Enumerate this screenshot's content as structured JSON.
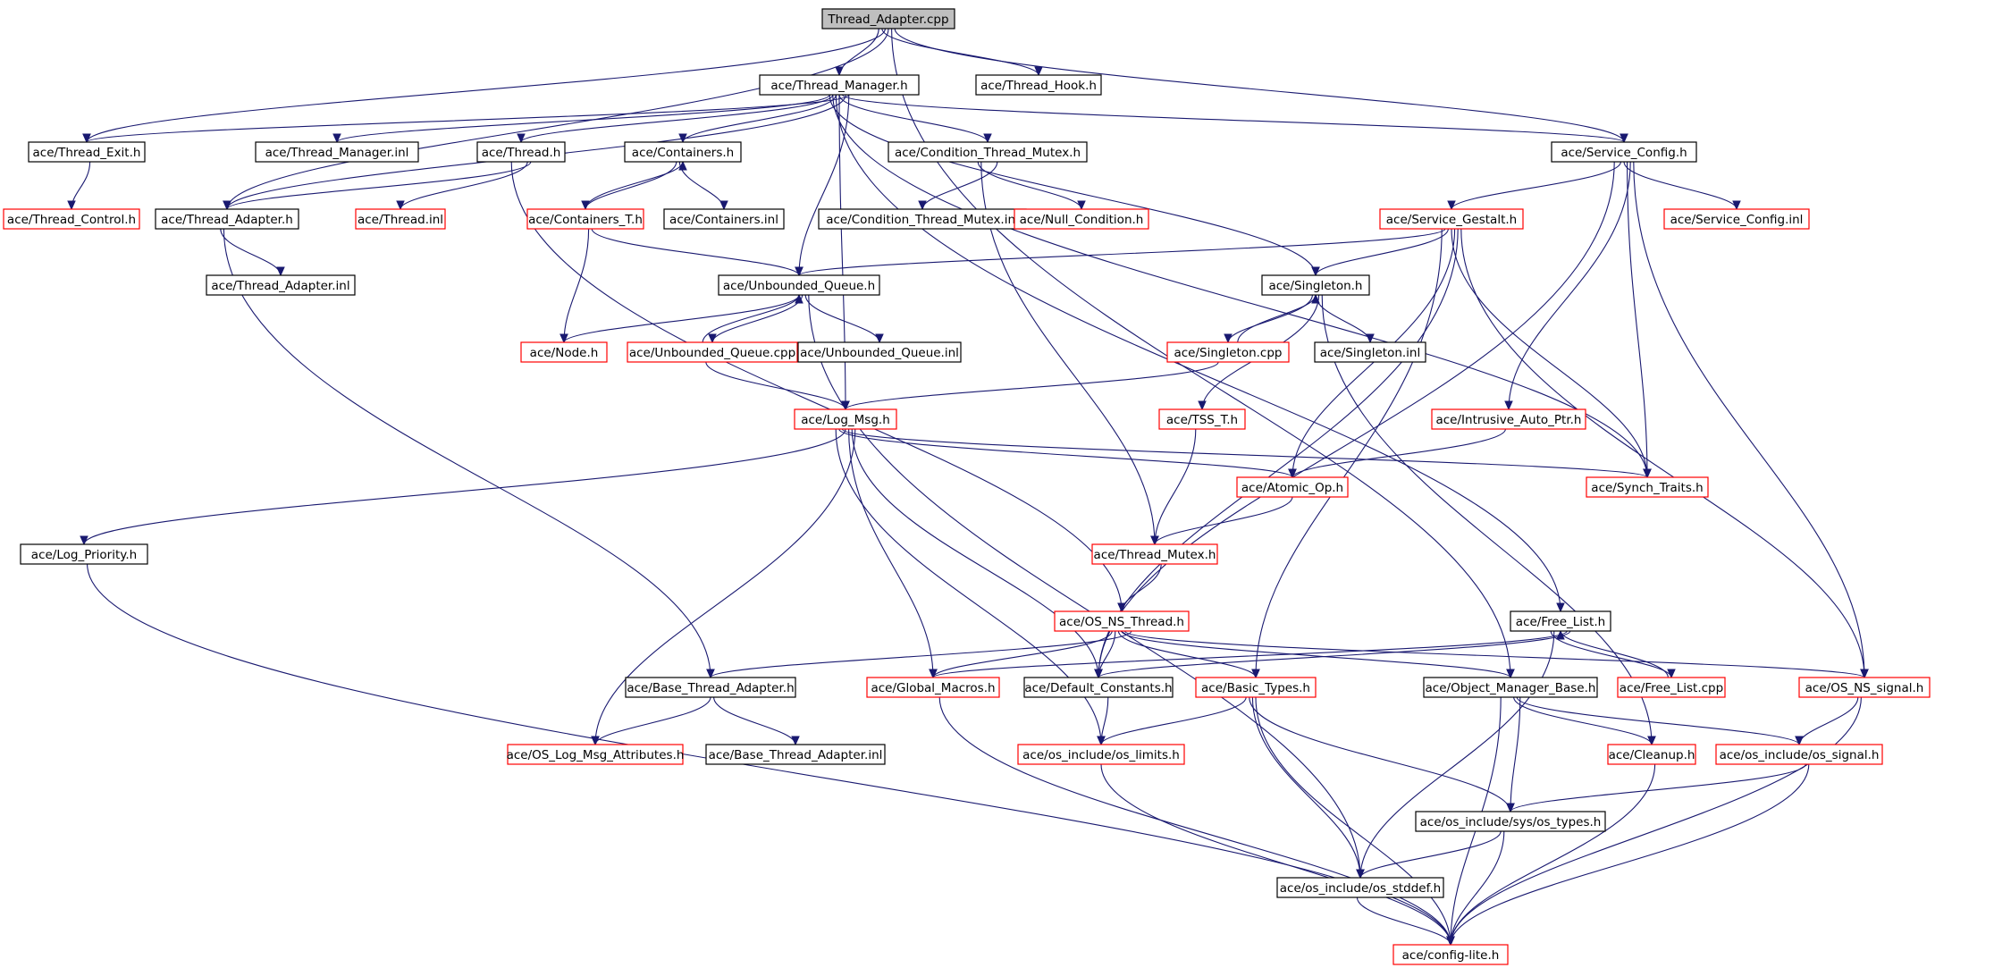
{
  "colors": {
    "edge": "#191970",
    "root_fill": "#bfbfbf",
    "node_border": "#000000",
    "missing_border": "#ff0000",
    "text": "#000000"
  },
  "nodes": [
    {
      "id": "thread_adapter_cpp",
      "label": "Thread_Adapter.cpp",
      "root": true,
      "red": false
    },
    {
      "id": "thread_manager_h",
      "label": "ace/Thread_Manager.h",
      "red": false
    },
    {
      "id": "thread_hook_h",
      "label": "ace/Thread_Hook.h",
      "red": false
    },
    {
      "id": "thread_exit_h",
      "label": "ace/Thread_Exit.h",
      "red": false
    },
    {
      "id": "thread_manager_inl",
      "label": "ace/Thread_Manager.inl",
      "red": false
    },
    {
      "id": "thread_h",
      "label": "ace/Thread.h",
      "red": false
    },
    {
      "id": "containers_h",
      "label": "ace/Containers.h",
      "red": false
    },
    {
      "id": "condition_thread_mutex_h",
      "label": "ace/Condition_Thread_Mutex.h",
      "red": false
    },
    {
      "id": "service_config_h",
      "label": "ace/Service_Config.h",
      "red": false
    },
    {
      "id": "thread_control_h",
      "label": "ace/Thread_Control.h",
      "red": true
    },
    {
      "id": "thread_adapter_h",
      "label": "ace/Thread_Adapter.h",
      "red": false
    },
    {
      "id": "thread_inl",
      "label": "ace/Thread.inl",
      "red": true
    },
    {
      "id": "containers_t_h",
      "label": "ace/Containers_T.h",
      "red": true
    },
    {
      "id": "containers_inl",
      "label": "ace/Containers.inl",
      "red": false
    },
    {
      "id": "condition_thread_mutex_inl",
      "label": "ace/Condition_Thread_Mutex.inl",
      "red": false
    },
    {
      "id": "null_condition_h",
      "label": "ace/Null_Condition.h",
      "red": true
    },
    {
      "id": "service_gestalt_h",
      "label": "ace/Service_Gestalt.h",
      "red": true
    },
    {
      "id": "service_config_inl",
      "label": "ace/Service_Config.inl",
      "red": true
    },
    {
      "id": "thread_adapter_inl",
      "label": "ace/Thread_Adapter.inl",
      "red": false
    },
    {
      "id": "unbounded_queue_h",
      "label": "ace/Unbounded_Queue.h",
      "red": false
    },
    {
      "id": "singleton_h",
      "label": "ace/Singleton.h",
      "red": false
    },
    {
      "id": "node_h",
      "label": "ace/Node.h",
      "red": true
    },
    {
      "id": "unbounded_queue_cpp",
      "label": "ace/Unbounded_Queue.cpp",
      "red": true
    },
    {
      "id": "unbounded_queue_inl",
      "label": "ace/Unbounded_Queue.inl",
      "red": false
    },
    {
      "id": "singleton_cpp",
      "label": "ace/Singleton.cpp",
      "red": true
    },
    {
      "id": "singleton_inl",
      "label": "ace/Singleton.inl",
      "red": false
    },
    {
      "id": "log_msg_h",
      "label": "ace/Log_Msg.h",
      "red": true
    },
    {
      "id": "tss_t_h",
      "label": "ace/TSS_T.h",
      "red": true
    },
    {
      "id": "intrusive_auto_ptr_h",
      "label": "ace/Intrusive_Auto_Ptr.h",
      "red": true
    },
    {
      "id": "atomic_op_h",
      "label": "ace/Atomic_Op.h",
      "red": true
    },
    {
      "id": "synch_traits_h",
      "label": "ace/Synch_Traits.h",
      "red": true
    },
    {
      "id": "log_priority_h",
      "label": "ace/Log_Priority.h",
      "red": false
    },
    {
      "id": "thread_mutex_h",
      "label": "ace/Thread_Mutex.h",
      "red": true
    },
    {
      "id": "os_ns_thread_h",
      "label": "ace/OS_NS_Thread.h",
      "red": true
    },
    {
      "id": "free_list_h",
      "label": "ace/Free_List.h",
      "red": false
    },
    {
      "id": "base_thread_adapter_h",
      "label": "ace/Base_Thread_Adapter.h",
      "red": false
    },
    {
      "id": "global_macros_h",
      "label": "ace/Global_Macros.h",
      "red": true
    },
    {
      "id": "default_constants_h",
      "label": "ace/Default_Constants.h",
      "red": false
    },
    {
      "id": "basic_types_h",
      "label": "ace/Basic_Types.h",
      "red": true
    },
    {
      "id": "object_manager_base_h",
      "label": "ace/Object_Manager_Base.h",
      "red": false
    },
    {
      "id": "free_list_cpp",
      "label": "ace/Free_List.cpp",
      "red": true
    },
    {
      "id": "os_ns_signal_h",
      "label": "ace/OS_NS_signal.h",
      "red": true
    },
    {
      "id": "os_log_msg_attributes_h",
      "label": "ace/OS_Log_Msg_Attributes.h",
      "red": true
    },
    {
      "id": "base_thread_adapter_inl",
      "label": "ace/Base_Thread_Adapter.inl",
      "red": false
    },
    {
      "id": "os_include_os_limits_h",
      "label": "ace/os_include/os_limits.h",
      "red": true
    },
    {
      "id": "cleanup_h",
      "label": "ace/Cleanup.h",
      "red": true
    },
    {
      "id": "os_include_os_signal_h",
      "label": "ace/os_include/os_signal.h",
      "red": true
    },
    {
      "id": "os_include_sys_os_types_h",
      "label": "ace/os_include/sys/os_types.h",
      "red": false
    },
    {
      "id": "os_include_os_stddef_h",
      "label": "ace/os_include/os_stddef.h",
      "red": false
    },
    {
      "id": "config_lite_h",
      "label": "ace/config-lite.h",
      "red": true
    }
  ],
  "edges": [
    [
      "thread_adapter_cpp",
      "thread_manager_h"
    ],
    [
      "thread_adapter_cpp",
      "thread_hook_h"
    ],
    [
      "thread_adapter_cpp",
      "thread_exit_h"
    ],
    [
      "thread_adapter_cpp",
      "thread_adapter_h"
    ],
    [
      "thread_adapter_cpp",
      "object_manager_base_h"
    ],
    [
      "thread_adapter_cpp",
      "service_config_h"
    ],
    [
      "thread_manager_h",
      "thread_exit_h"
    ],
    [
      "thread_manager_h",
      "thread_manager_inl"
    ],
    [
      "thread_manager_h",
      "thread_h"
    ],
    [
      "thread_manager_h",
      "containers_h"
    ],
    [
      "thread_manager_h",
      "condition_thread_mutex_h"
    ],
    [
      "thread_manager_h",
      "service_config_h"
    ],
    [
      "thread_manager_h",
      "thread_adapter_h"
    ],
    [
      "thread_manager_h",
      "unbounded_queue_h"
    ],
    [
      "thread_manager_h",
      "singleton_h"
    ],
    [
      "thread_manager_h",
      "synch_traits_h"
    ],
    [
      "thread_manager_h",
      "free_list_h"
    ],
    [
      "thread_manager_h",
      "log_msg_h"
    ],
    [
      "thread_exit_h",
      "thread_control_h"
    ],
    [
      "thread_h",
      "thread_inl"
    ],
    [
      "thread_h",
      "thread_adapter_h"
    ],
    [
      "thread_h",
      "os_ns_thread_h"
    ],
    [
      "containers_h",
      "containers_t_h"
    ],
    [
      "containers_h",
      "containers_inl"
    ],
    [
      "containers_t_h",
      "containers_h"
    ],
    [
      "containers_t_h",
      "node_h"
    ],
    [
      "containers_t_h",
      "unbounded_queue_h"
    ],
    [
      "condition_thread_mutex_h",
      "condition_thread_mutex_inl"
    ],
    [
      "condition_thread_mutex_h",
      "null_condition_h"
    ],
    [
      "condition_thread_mutex_h",
      "thread_mutex_h"
    ],
    [
      "service_config_h",
      "service_gestalt_h"
    ],
    [
      "service_config_h",
      "service_config_inl"
    ],
    [
      "service_config_h",
      "synch_traits_h"
    ],
    [
      "service_config_h",
      "intrusive_auto_ptr_h"
    ],
    [
      "service_config_h",
      "os_ns_signal_h"
    ],
    [
      "service_config_h",
      "default_constants_h"
    ],
    [
      "service_gestalt_h",
      "unbounded_queue_h"
    ],
    [
      "service_gestalt_h",
      "singleton_h"
    ],
    [
      "service_gestalt_h",
      "synch_traits_h"
    ],
    [
      "service_gestalt_h",
      "atomic_op_h"
    ],
    [
      "service_gestalt_h",
      "default_constants_h"
    ],
    [
      "service_gestalt_h",
      "os_ns_signal_h"
    ],
    [
      "service_gestalt_h",
      "basic_types_h"
    ],
    [
      "thread_adapter_h",
      "thread_adapter_inl"
    ],
    [
      "thread_adapter_h",
      "base_thread_adapter_h"
    ],
    [
      "unbounded_queue_h",
      "node_h"
    ],
    [
      "unbounded_queue_h",
      "unbounded_queue_cpp"
    ],
    [
      "unbounded_queue_h",
      "unbounded_queue_inl"
    ],
    [
      "unbounded_queue_h",
      "os_include_os_stddef_h"
    ],
    [
      "unbounded_queue_cpp",
      "unbounded_queue_h"
    ],
    [
      "unbounded_queue_cpp",
      "log_msg_h"
    ],
    [
      "singleton_h",
      "singleton_cpp"
    ],
    [
      "singleton_h",
      "singleton_inl"
    ],
    [
      "singleton_h",
      "tss_t_h"
    ],
    [
      "singleton_h",
      "cleanup_h"
    ],
    [
      "singleton_cpp",
      "singleton_h"
    ],
    [
      "singleton_cpp",
      "log_msg_h"
    ],
    [
      "log_msg_h",
      "atomic_op_h"
    ],
    [
      "log_msg_h",
      "synch_traits_h"
    ],
    [
      "log_msg_h",
      "log_priority_h"
    ],
    [
      "log_msg_h",
      "global_macros_h"
    ],
    [
      "log_msg_h",
      "default_constants_h"
    ],
    [
      "log_msg_h",
      "os_log_msg_attributes_h"
    ],
    [
      "log_msg_h",
      "os_include_os_limits_h"
    ],
    [
      "tss_t_h",
      "thread_mutex_h"
    ],
    [
      "intrusive_auto_ptr_h",
      "atomic_op_h"
    ],
    [
      "atomic_op_h",
      "thread_mutex_h"
    ],
    [
      "log_priority_h",
      "config_lite_h"
    ],
    [
      "thread_mutex_h",
      "os_ns_thread_h"
    ],
    [
      "os_ns_thread_h",
      "base_thread_adapter_h"
    ],
    [
      "os_ns_thread_h",
      "global_macros_h"
    ],
    [
      "os_ns_thread_h",
      "default_constants_h"
    ],
    [
      "os_ns_thread_h",
      "basic_types_h"
    ],
    [
      "os_ns_thread_h",
      "object_manager_base_h"
    ],
    [
      "os_ns_thread_h",
      "os_ns_signal_h"
    ],
    [
      "free_list_h",
      "global_macros_h"
    ],
    [
      "free_list_h",
      "default_constants_h"
    ],
    [
      "free_list_h",
      "free_list_cpp"
    ],
    [
      "free_list_h",
      "os_include_os_stddef_h"
    ],
    [
      "free_list_cpp",
      "free_list_h"
    ],
    [
      "base_thread_adapter_h",
      "os_log_msg_attributes_h"
    ],
    [
      "base_thread_adapter_h",
      "base_thread_adapter_inl"
    ],
    [
      "global_macros_h",
      "config_lite_h"
    ],
    [
      "default_constants_h",
      "os_include_os_limits_h"
    ],
    [
      "basic_types_h",
      "os_include_os_limits_h"
    ],
    [
      "basic_types_h",
      "os_include_sys_os_types_h"
    ],
    [
      "basic_types_h",
      "os_include_os_stddef_h"
    ],
    [
      "basic_types_h",
      "config_lite_h"
    ],
    [
      "object_manager_base_h",
      "cleanup_h"
    ],
    [
      "object_manager_base_h",
      "os_include_os_signal_h"
    ],
    [
      "object_manager_base_h",
      "os_include_sys_os_types_h"
    ],
    [
      "object_manager_base_h",
      "config_lite_h"
    ],
    [
      "os_ns_signal_h",
      "os_include_os_signal_h"
    ],
    [
      "os_ns_signal_h",
      "config_lite_h"
    ],
    [
      "os_include_os_limits_h",
      "config_lite_h"
    ],
    [
      "cleanup_h",
      "config_lite_h"
    ],
    [
      "os_include_os_signal_h",
      "os_include_sys_os_types_h"
    ],
    [
      "os_include_os_signal_h",
      "config_lite_h"
    ],
    [
      "os_include_sys_os_types_h",
      "os_include_os_stddef_h"
    ],
    [
      "os_include_sys_os_types_h",
      "config_lite_h"
    ],
    [
      "os_include_os_stddef_h",
      "config_lite_h"
    ]
  ]
}
